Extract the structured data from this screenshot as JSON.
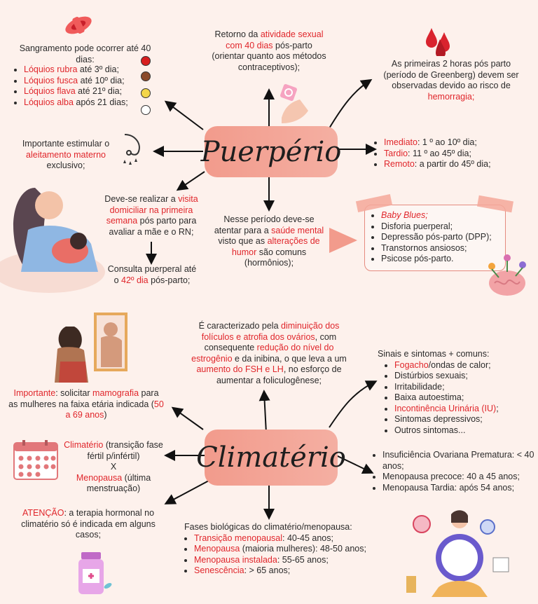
{
  "puerperio": {
    "title": "Puerpério",
    "bleeding": {
      "intro": "Sangramento pode ocorrer até 40 dias:",
      "items": [
        {
          "term": "Lóquios rubra",
          "rest": " até 3º dia;",
          "color": "#d81e1e"
        },
        {
          "term": "Lóquios fusca",
          "rest": " até 10º dia;",
          "color": "#8b4a2b"
        },
        {
          "term": "Lóquios flava",
          "rest": " até 21º dia;",
          "color": "#f3d64a"
        },
        {
          "term": "Lóquios alba",
          "rest": " após 21 dias;",
          "color": "#ffffff"
        }
      ]
    },
    "return_activity": {
      "pre": "Retorno da ",
      "red": "atividade sexual com 40 dias",
      "post": " pós-parto (orientar quanto aos métodos contraceptivos);"
    },
    "greenberg": {
      "pre": "As primeiras 2 horas pós parto (período de Greenberg) devem ser observadas devido ao risco de ",
      "red": "hemorragia;"
    },
    "breastfeeding": {
      "pre": "Importante estimular o ",
      "red": "aleitamento materno",
      "post": " exclusivo;"
    },
    "periods": [
      {
        "term": "Imediato",
        "rest": ": 1 º ao 10º dia;"
      },
      {
        "term": "Tardio",
        "rest": ": 11 º ao 45º dia;"
      },
      {
        "term": "Remoto",
        "rest": ": a partir do 45º dia;"
      }
    ],
    "visit": {
      "pre": "Deve-se realizar a ",
      "red": "visita domiciliar na primeira semana",
      "post": " pós parto para avaliar a mãe e o RN;"
    },
    "consult": {
      "pre": "Consulta puerperal até o ",
      "red": "42º dia",
      "post": " pós-parto;"
    },
    "mental": {
      "pre": "Nesse período deve-se atentar para a ",
      "red1": "saúde mental",
      "mid": " visto que as ",
      "red2": "alterações de humor",
      "post": " são comuns (hormônios);"
    },
    "mental_list": [
      "Baby Blues;",
      "Disforia puerperal;",
      "Depressão pós-parto (DPP);",
      "Transtornos ansiosos;",
      "Psicose pós-parto."
    ]
  },
  "climaterio": {
    "title": "Climatério",
    "definition": {
      "p1": "É caracterizado pela ",
      "r1": "diminuição dos folículos e atrofia dos ovários",
      "p2": ", com consequente ",
      "r2": "redução do nível do estrogênio",
      "p3": " e da inibina, o que leva a um ",
      "r3": "aumento do FSH e LH",
      "p4": ", no esforço de aumentar a foliculogênese;"
    },
    "symptoms": {
      "intro": "Sinais e sintomas + comuns:",
      "items": [
        {
          "red": "Fogacho",
          "rest": "/ondas de calor;"
        },
        {
          "red": "",
          "rest": "Distúrbios sexuais;"
        },
        {
          "red": "",
          "rest": "Irritabilidade;"
        },
        {
          "red": "",
          "rest": "Baixa autoestima;"
        },
        {
          "red": "Incontinência Urinária (IU)",
          "rest": ";"
        },
        {
          "red": "",
          "rest": "Sintomas depressivos;"
        },
        {
          "red": "",
          "rest": "Outros sintomas..."
        }
      ]
    },
    "mammo": {
      "r1": "Importante",
      "p1": ": solicitar ",
      "r2": "mamografia",
      "p2": " para as mulheres na faixa etária indicada (",
      "r3": "50 a 69 anos",
      "p3": ")"
    },
    "transition": {
      "r1": "Climatério",
      "p1": " (transição fase fértil p/infértil)",
      "x": "X",
      "r2": "Menopausa",
      "p2": " (última menstruação)"
    },
    "menopause_types": [
      "Insuficiência Ovariana Prematura: < 40 anos;",
      "Menopausa precoce: 40 a 45 anos;",
      "Menopausa Tardia: após 54 anos;"
    ],
    "attention": {
      "red": "ATENÇÃO",
      "rest": ": a terapia hormonal no climatério só é indicada em alguns casos;"
    },
    "phases": {
      "intro": "Fases biológicas do climatério/menopausa:",
      "items": [
        {
          "red": "Transição menopausal",
          "rest": ": 40-45 anos;"
        },
        {
          "red": "Menopausa",
          "rest": " (maioria mulheres): 48-50 anos;"
        },
        {
          "red": "Menopausa instalada",
          "rest": ": 55-65 anos;"
        },
        {
          "red": "Senescência",
          "rest": ": > 65 anos;"
        }
      ]
    }
  },
  "colors": {
    "accent_red": "#e0262b",
    "center_box": "#f29b8c",
    "background": "#fdf1ec"
  }
}
